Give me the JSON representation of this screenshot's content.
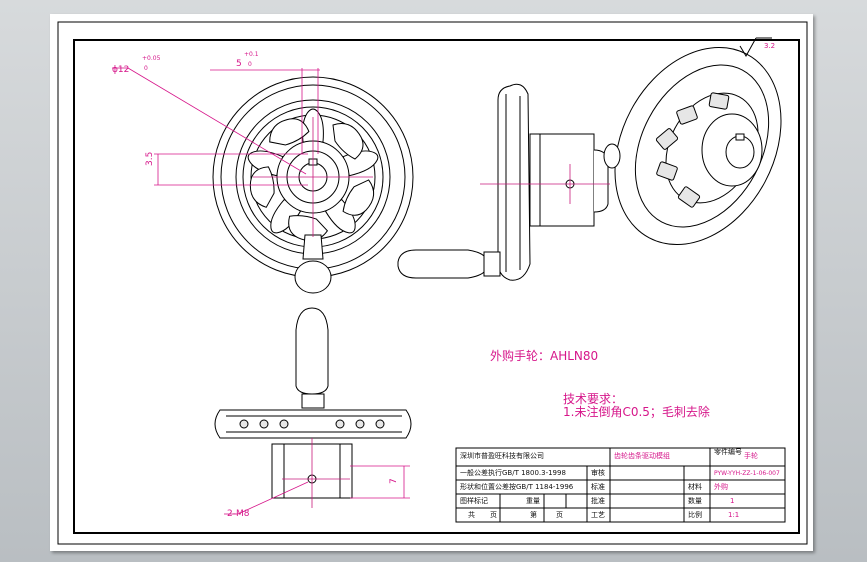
{
  "drawing": {
    "dims": {
      "dia_12": "ϕ12",
      "tol_plus_small": "+0.05",
      "tol_zero": "0",
      "dim_5": "5",
      "tol_plus_01": "+0.1",
      "dim_35": "3.5",
      "roughness": "3.2",
      "dim_7": "7",
      "hole": "2-M8"
    },
    "notes": {
      "title_label": "外购手轮：AHLN80",
      "tech_heading": "技术要求：",
      "tech_note": "1.未注倒角C0.5；毛刺去除"
    },
    "title_block": {
      "company": "深圳市普盈旺科技有限公司",
      "row1_std": "一般公差执行GB/T 1800.3-1998",
      "row1_a": "审核",
      "row2_std": "形状和位置公差按GB/T 1184-1996",
      "row2_a": "标准",
      "row3_a": "图样标记",
      "row3_b": "重量",
      "row3_c": "批准",
      "row4_a": "共",
      "row4_b": "页",
      "row4_c": "第",
      "row4_d": "页",
      "row4_e": "工艺",
      "part_desc": "齿轮齿条驱动模组",
      "part_no_label": "零件编号",
      "part_name": "手轮",
      "drawing_no": "PYW-YYH-ZZ-1-06-007",
      "material_label": "材料",
      "material": "外购",
      "qty_label": "数量",
      "qty": "1",
      "scale_label": "比例",
      "scale": "1:1"
    }
  }
}
